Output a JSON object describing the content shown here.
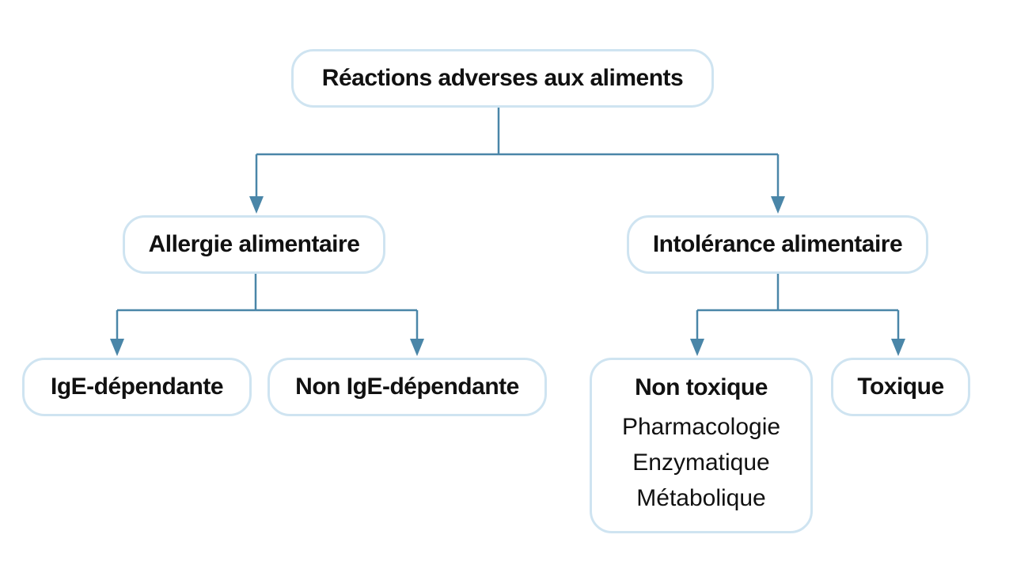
{
  "diagram": {
    "root": "Réactions adverses aux aliments",
    "allergy": {
      "label": "Allergie alimentaire",
      "children": [
        "IgE-dépendante",
        "Non IgE-dépendante"
      ]
    },
    "intolerance": {
      "label": "Intolérance alimentaire",
      "non_toxic": {
        "label": "Non toxique",
        "items": [
          "Pharmacologie",
          "Enzymatique",
          "Métabolique"
        ]
      },
      "toxic": {
        "label": "Toxique"
      }
    }
  },
  "colors": {
    "node_border": "#cfe4f1",
    "connector": "#4a86a8",
    "text": "#111111"
  }
}
